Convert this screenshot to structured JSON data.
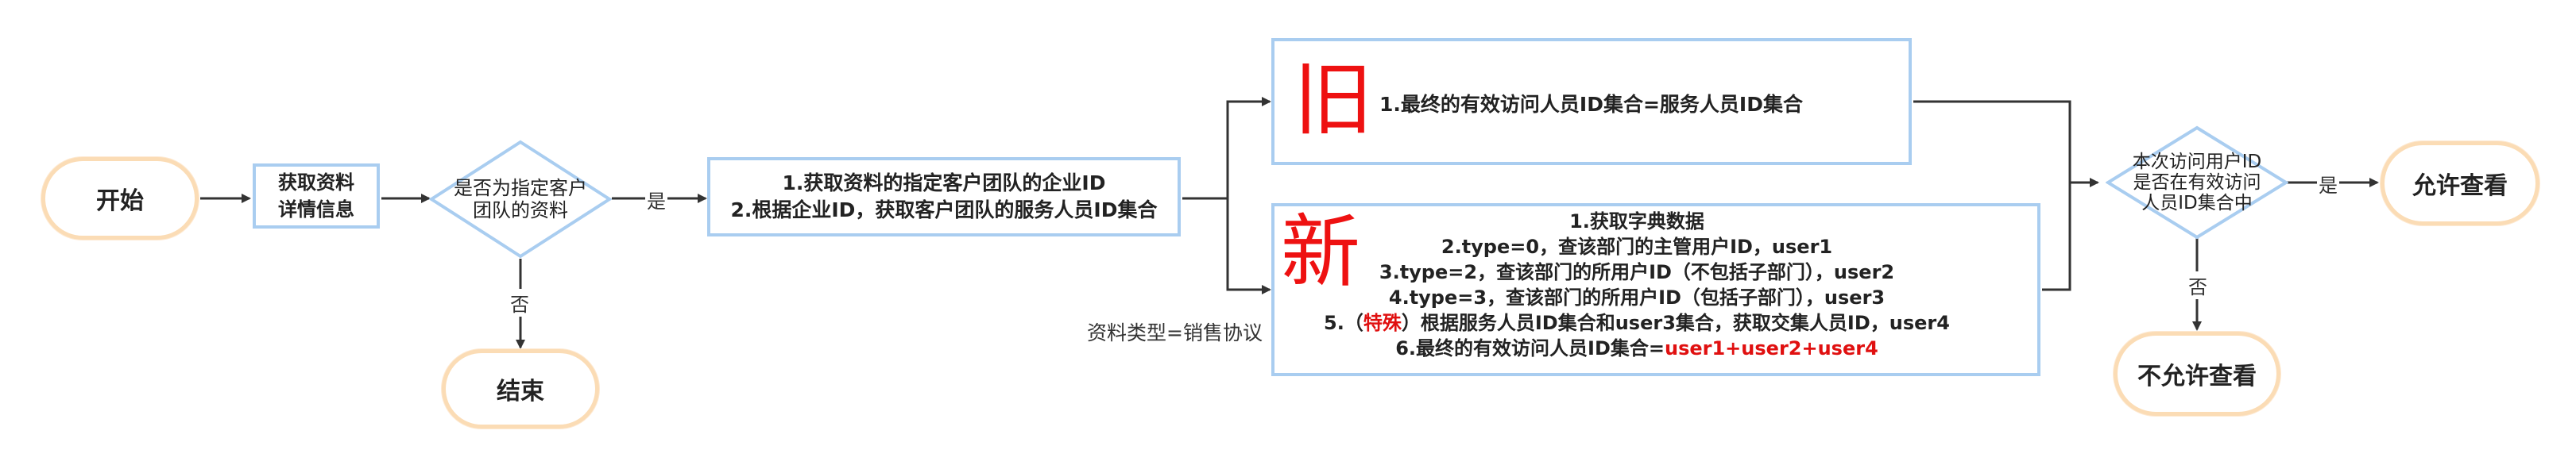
{
  "start": "开始",
  "fetch_info": [
    "获取资料",
    "详情信息"
  ],
  "decision_team": [
    "是否为指定客户",
    "团队的资料"
  ],
  "yes_label": "是",
  "no_label": "否",
  "end": "结束",
  "team_process": [
    "1.获取资料的指定客户团队的企业ID",
    "2.根据企业ID，获取客户团队的服务人员ID集合"
  ],
  "old_marker": "旧",
  "old_text": "1.最终的有效访问人员ID集合=服务人员ID集合",
  "new_marker": "新",
  "new_lines": {
    "l1": "1.获取字典数据",
    "l2": "2.type=0，查该部门的主管用户ID，user1",
    "l3": "3.type=2，查该部门的所用户ID（不包括子部门），user2",
    "l4": "4.type=3，查该部门的所用户ID（包括子部门），user3",
    "l5_pre": "5.（",
    "l5_red": "特殊",
    "l5_post": "）根据服务人员ID集合和user3集合，获取交集人员ID，user4",
    "l6_pre": "6.最终的有效访问人员ID集合=",
    "l6_red": "user1+user2+user4"
  },
  "type_note": "资料类型=销售协议",
  "decision_access": [
    "本次访问用户ID",
    "是否在有效访问",
    "人员ID集合中"
  ],
  "allow": "允许查看",
  "deny": "不允许查看",
  "colors": {
    "terminal_border": "#fbdcb5",
    "box_border": "#a9cdf0",
    "accent_red": "#ee1111"
  }
}
